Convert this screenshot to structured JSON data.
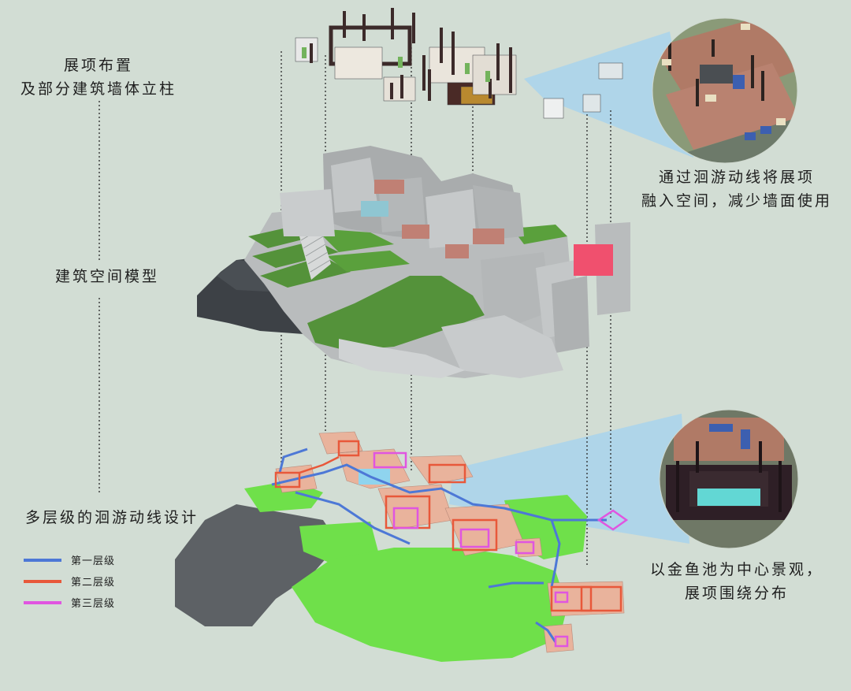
{
  "labels": {
    "exhibit_layout_line1": "展项布置",
    "exhibit_layout_line2": "及部分建筑墙体立柱",
    "space_model": "建筑空间模型",
    "multilevel_circulation": "多层级的洄游动线设计",
    "right_top_line1": "通过洄游动线将展项",
    "right_top_line2": "融入空间，减少墙面使用",
    "right_bottom_line1": "以金鱼池为中心景观，",
    "right_bottom_line2": "展项围绕分布"
  },
  "legend": [
    {
      "label": "第一层级",
      "color": "#4d78d6"
    },
    {
      "label": "第二层级",
      "color": "#e8583a"
    },
    {
      "label": "第三层级",
      "color": "#e055e0"
    }
  ],
  "colors": {
    "background": "#d2ddd4",
    "grass": "#54923a",
    "bright_grass": "#6fe04a",
    "pink_block": "#f0506e",
    "dark_ground": "#3d4146",
    "gray_building": "#b9bcbd",
    "callout_blue": "#a9d4ec"
  }
}
